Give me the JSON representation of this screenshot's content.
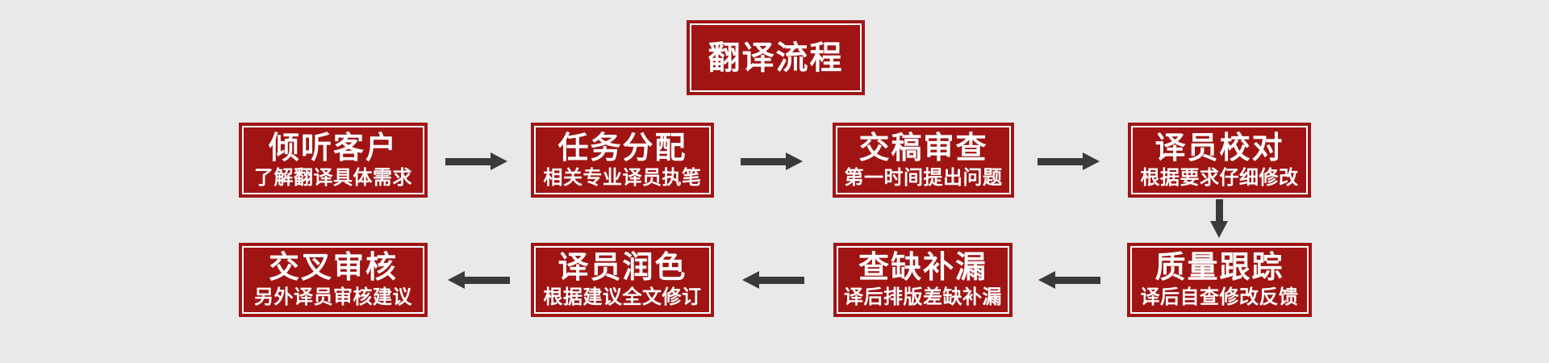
{
  "colors": {
    "bg": "#E9E9E9",
    "accent": "#A01414",
    "box-text": "#FFFFFF",
    "arrow": "#3A3A3A"
  },
  "title": "翻译流程",
  "steps": [
    {
      "title": "倾听客户",
      "subtitle": "了解翻译具体需求"
    },
    {
      "title": "任务分配",
      "subtitle": "相关专业译员执笔"
    },
    {
      "title": "交稿审查",
      "subtitle": "第一时间提出问题"
    },
    {
      "title": "译员校对",
      "subtitle": "根据要求仔细修改"
    },
    {
      "title": "质量跟踪",
      "subtitle": "译后自查修改反馈"
    },
    {
      "title": "查缺补漏",
      "subtitle": "译后排版差缺补漏"
    },
    {
      "title": "译员润色",
      "subtitle": "根据建议全文修订"
    },
    {
      "title": "交叉审核",
      "subtitle": "另外译员审核建议"
    }
  ]
}
